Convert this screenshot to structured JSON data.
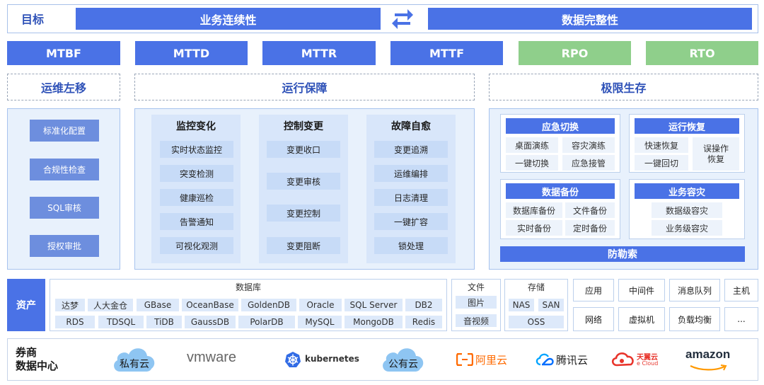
{
  "goal": {
    "label": "目标",
    "left": "业务连续性",
    "right": "数据完整性"
  },
  "metrics": [
    {
      "label": "MTBF",
      "color": "blue"
    },
    {
      "label": "MTTD",
      "color": "blue"
    },
    {
      "label": "MTTR",
      "color": "blue"
    },
    {
      "label": "MTTF",
      "color": "blue"
    },
    {
      "label": "RPO",
      "color": "green"
    },
    {
      "label": "RTO",
      "color": "green"
    }
  ],
  "sections": {
    "left": "运维左移",
    "middle": "运行保障",
    "right": "极限生存"
  },
  "shift_left": [
    "标准化配置",
    "合规性检查",
    "SQL审核",
    "授权审批"
  ],
  "ops": [
    {
      "title": "监控变化",
      "items": [
        "实时状态监控",
        "突变检测",
        "健康巡检",
        "告警通知",
        "可视化观测"
      ]
    },
    {
      "title": "控制变更",
      "items": [
        "变更收口",
        "变更审核",
        "变更控制",
        "变更阻断"
      ]
    },
    {
      "title": "故障自愈",
      "items": [
        "变更追溯",
        "运维编排",
        "日志清理",
        "一键扩容",
        "锁处理"
      ]
    }
  ],
  "survival": {
    "emergency": {
      "title": "应急切换",
      "items": [
        "桌面演练",
        "容灾演练",
        "一键切换",
        "应急接管"
      ]
    },
    "recovery": {
      "title": "运行恢复",
      "items": [
        "快速恢复",
        "一键回切"
      ],
      "side": "误操作恢复"
    },
    "backup": {
      "title": "数据备份",
      "items": [
        "数据库备份",
        "文件备份",
        "实时备份",
        "定时备份"
      ]
    },
    "dr": {
      "title": "业务容灾",
      "items": [
        "数据级容灾",
        "业务级容灾"
      ]
    },
    "ransom": "防勒索"
  },
  "assets": {
    "label": "资产",
    "db_title": "数据库",
    "db_rows": [
      [
        "达梦",
        "人大金仓",
        "GBase",
        "OceanBase",
        "GoldenDB",
        "Oracle",
        "SQL Server",
        "DB2"
      ],
      [
        "RDS",
        "TDSQL",
        "TiDB",
        "GaussDB",
        "PolarDB",
        "MySQL",
        "MongoDB",
        "Redis"
      ]
    ],
    "file": {
      "title": "文件",
      "items": [
        "图片",
        "音视频"
      ]
    },
    "storage": {
      "title": "存储",
      "items": [
        "NAS",
        "SAN",
        "OSS"
      ]
    },
    "others": [
      "应用",
      "中间件",
      "消息队列",
      "主机",
      "网络",
      "虚拟机",
      "负载均衡",
      "..."
    ]
  },
  "dc": {
    "label": "券商\n数据中心",
    "providers": [
      "私有云",
      "vmware",
      "kubernetes",
      "公有云",
      "阿里云",
      "腾讯云",
      "天翼云",
      "e Cloud",
      "amazon"
    ]
  }
}
